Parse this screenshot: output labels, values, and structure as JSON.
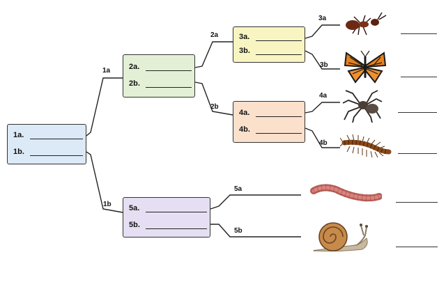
{
  "colors": {
    "box1": "#dce9f6",
    "box2": "#e3f0d6",
    "box3": "#f8f5c2",
    "box4": "#fbe0cc",
    "box5": "#e6dff3",
    "line": "#222222"
  },
  "boxes": {
    "b1": {
      "a": "1a.",
      "b": "1b."
    },
    "b2": {
      "a": "2a.",
      "b": "2b."
    },
    "b3": {
      "a": "3a.",
      "b": "3b."
    },
    "b4": {
      "a": "4a.",
      "b": "4b."
    },
    "b5": {
      "a": "5a.",
      "b": "5b."
    }
  },
  "branches": {
    "1a": "1a",
    "1b": "1b",
    "2a": "2a",
    "2b": "2b",
    "3a": "3a",
    "3b": "3b",
    "4a": "4a",
    "4b": "4b",
    "5a": "5a",
    "5b": "5b"
  },
  "animals": [
    "ant-icon",
    "butterfly-icon",
    "spider-icon",
    "centipede-icon",
    "earthworm-icon",
    "snail-icon"
  ]
}
